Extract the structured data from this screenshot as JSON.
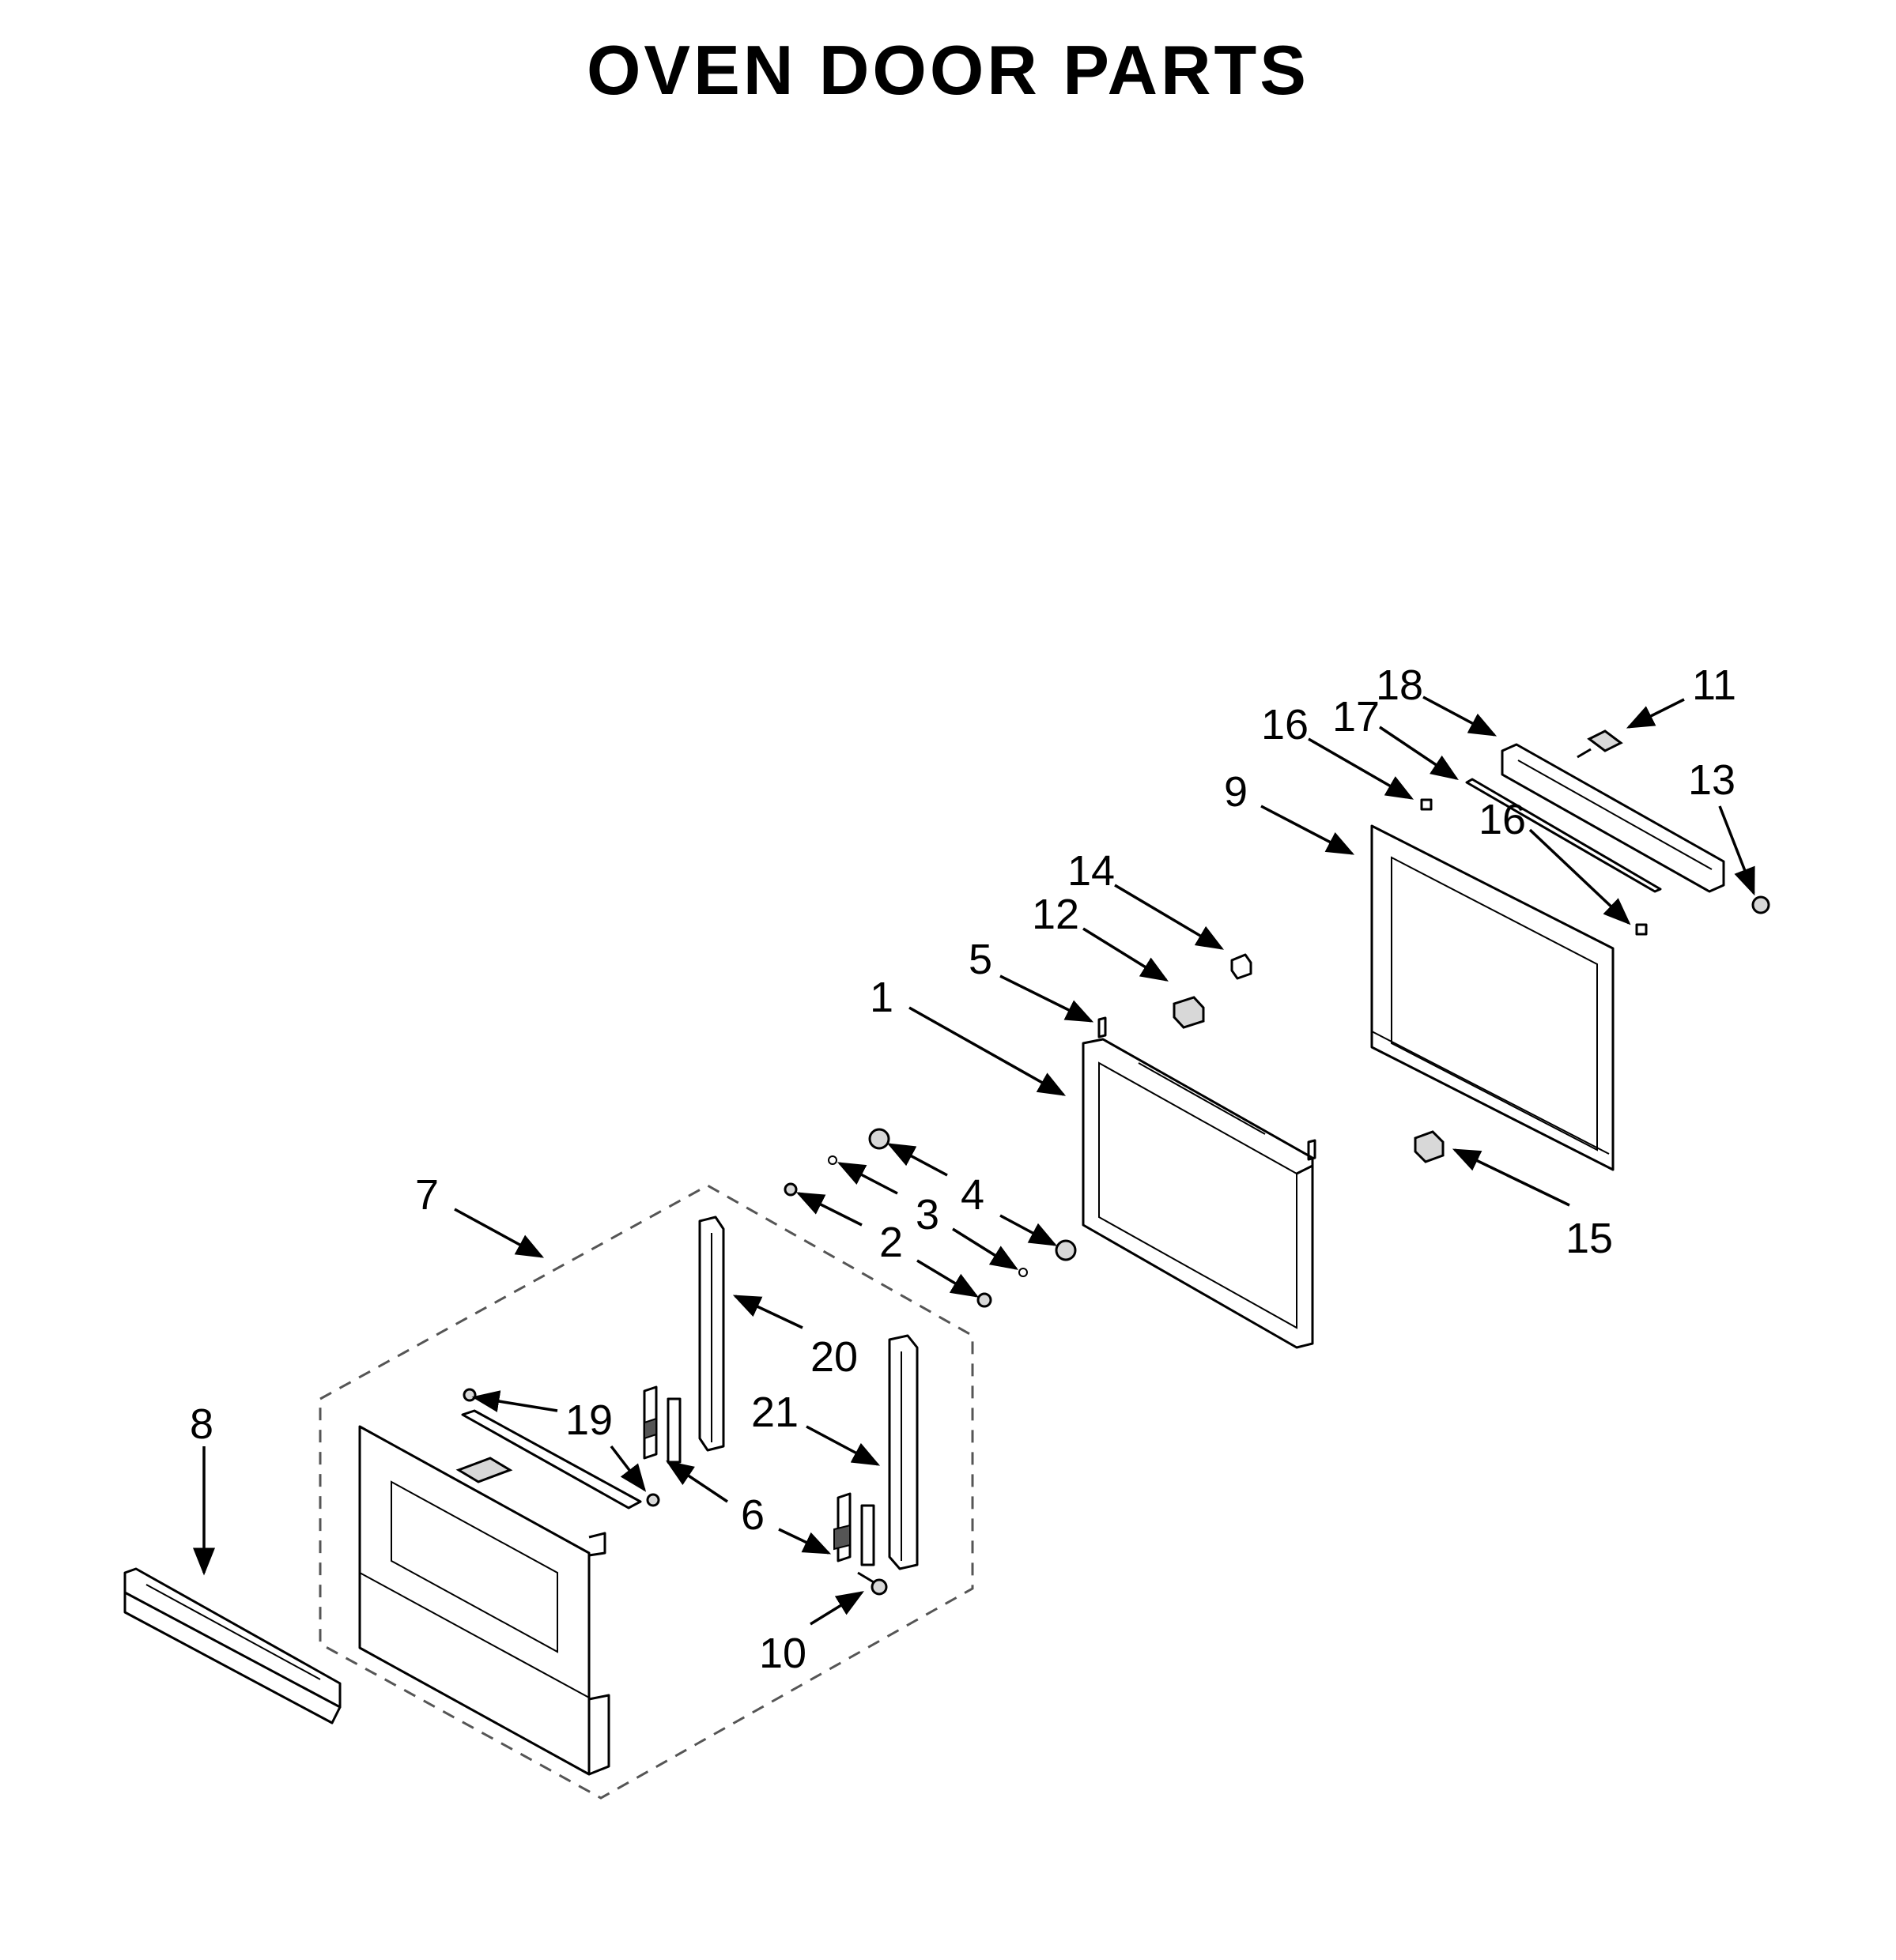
{
  "title": "OVEN DOOR PARTS",
  "callouts": [
    {
      "id": "1",
      "text": "1"
    },
    {
      "id": "2",
      "text": "2"
    },
    {
      "id": "3",
      "text": "3"
    },
    {
      "id": "4",
      "text": "4"
    },
    {
      "id": "5",
      "text": "5"
    },
    {
      "id": "6",
      "text": "6"
    },
    {
      "id": "7",
      "text": "7"
    },
    {
      "id": "8",
      "text": "8"
    },
    {
      "id": "9",
      "text": "9"
    },
    {
      "id": "10",
      "text": "10"
    },
    {
      "id": "11",
      "text": "11"
    },
    {
      "id": "12",
      "text": "12"
    },
    {
      "id": "13",
      "text": "13"
    },
    {
      "id": "14",
      "text": "14"
    },
    {
      "id": "15",
      "text": "15"
    },
    {
      "id": "16a",
      "text": "16"
    },
    {
      "id": "16b",
      "text": "16"
    },
    {
      "id": "17",
      "text": "17"
    },
    {
      "id": "18",
      "text": "18"
    },
    {
      "id": "19",
      "text": "19"
    },
    {
      "id": "20",
      "text": "20"
    },
    {
      "id": "21",
      "text": "21"
    }
  ]
}
